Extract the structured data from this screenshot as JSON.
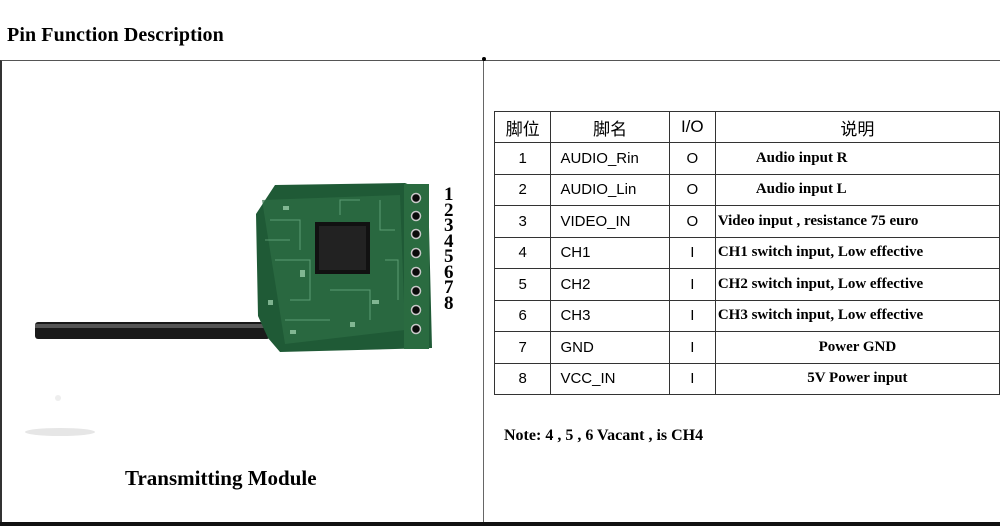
{
  "title": "Pin Function Description",
  "module": {
    "caption": "Transmitting Module",
    "pin_labels": [
      "1",
      "2",
      "3",
      "4",
      "5",
      "6",
      "7",
      "8"
    ]
  },
  "table": {
    "headers": [
      "脚位",
      "脚名",
      "I/O",
      "说明"
    ],
    "rows": [
      {
        "pin": "1",
        "name": "AUDIO_Rin",
        "io": "O",
        "desc": "Audio input R",
        "align": "left-indent"
      },
      {
        "pin": "2",
        "name": "AUDIO_Lin",
        "io": "O",
        "desc": "Audio input L",
        "align": "left-indent"
      },
      {
        "pin": "3",
        "name": "VIDEO_IN",
        "io": "O",
        "desc": "Video input , resistance 75 euro",
        "align": "left"
      },
      {
        "pin": "4",
        "name": "CH1",
        "io": "I",
        "desc": "CH1 switch input, Low effective",
        "align": "left"
      },
      {
        "pin": "5",
        "name": "CH2",
        "io": "I",
        "desc": "CH2 switch input, Low effective",
        "align": "left"
      },
      {
        "pin": "6",
        "name": "CH3",
        "io": "I",
        "desc": "CH3 switch input, Low effective",
        "align": "left"
      },
      {
        "pin": "7",
        "name": "GND",
        "io": "I",
        "desc": "Power GND",
        "align": "center"
      },
      {
        "pin": "8",
        "name": "VCC_IN",
        "io": "I",
        "desc": "5V Power input",
        "align": "center"
      }
    ]
  },
  "note": "Note:  4 , 5 , 6 Vacant ,  is CH4",
  "colors": {
    "pcb": "#1f5a36",
    "pcb_light": "#3f8a5a",
    "chip": "#111111",
    "antenna": "#1a1a1a"
  }
}
